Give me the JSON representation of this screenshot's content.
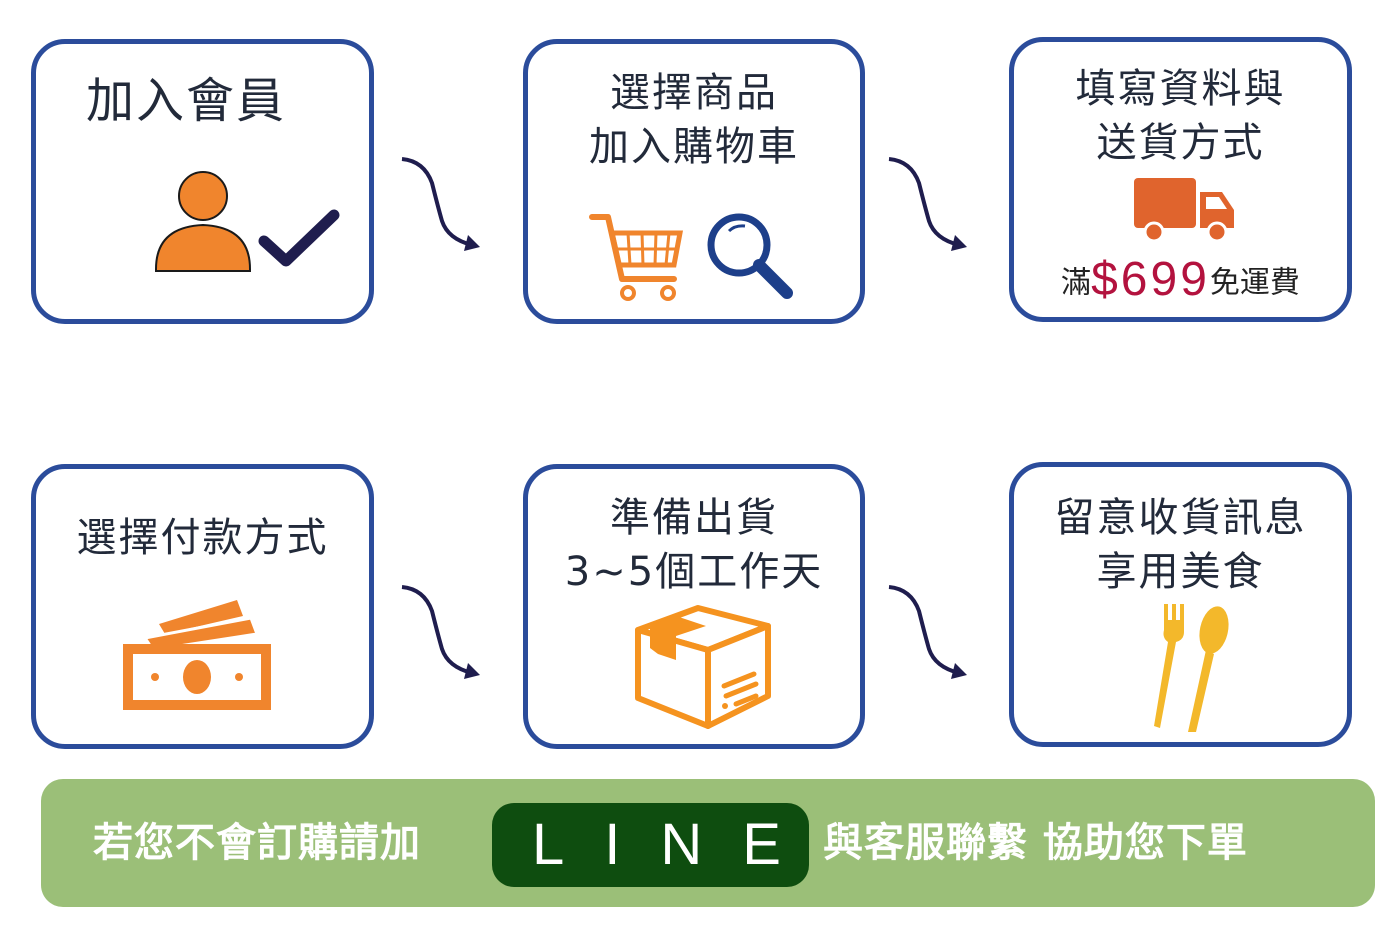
{
  "steps": [
    {
      "title": "加入會員"
    },
    {
      "title": "選擇商品\n加入購物車"
    },
    {
      "title": "填寫資料與\n送貨方式",
      "promo": {
        "prefix": "滿",
        "amount": "$699",
        "suffix": "免運費"
      }
    },
    {
      "title": "選擇付款方式"
    },
    {
      "title": "準備出貨\n3~5個工作天"
    },
    {
      "title": "留意收貨訊息\n享用美食"
    }
  ],
  "banner": {
    "text_before": "若您不會訂購請加",
    "line_label": "LINE",
    "text_after": "與客服聯繫 協助您下單"
  },
  "colors": {
    "border": "#2b4c9b",
    "icon_orange": "#f0852d",
    "truck": "#e0642d",
    "check": "#1f1d4e",
    "promo_price": "#b3123e",
    "banner_bg": "#9bbf78",
    "line_bg": "#0e4d0f",
    "spoon_fork": "#f3b82b"
  },
  "icons": [
    "person-check-icon",
    "shopping-cart-icon",
    "search-icon",
    "truck-icon",
    "cash-icon",
    "box-icon",
    "fork-spoon-icon"
  ]
}
